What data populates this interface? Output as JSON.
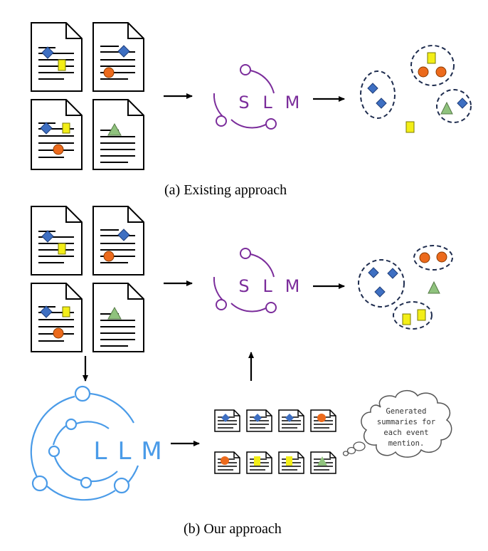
{
  "section_a": {
    "caption": "(a) Existing approach",
    "model": {
      "label_letters": [
        "S",
        "L",
        "M"
      ],
      "color": "#7b2d9b"
    }
  },
  "section_b": {
    "caption": "(b) Our approach",
    "slm": {
      "label_letters": [
        "S",
        "L",
        "M"
      ],
      "color": "#7b2d9b"
    },
    "llm": {
      "label_letters": [
        "L",
        "L",
        "M"
      ],
      "color": "#4a9be8"
    },
    "thought_bubble": {
      "lines": [
        "Generated",
        "summaries for",
        "each event",
        "mention."
      ]
    }
  },
  "colors": {
    "diamond": "#3e6fc2",
    "circle": "#ec6a1c",
    "square": "#f3ee17",
    "triangle": "#8fc27d",
    "cluster_border": "#1f2d4f"
  }
}
